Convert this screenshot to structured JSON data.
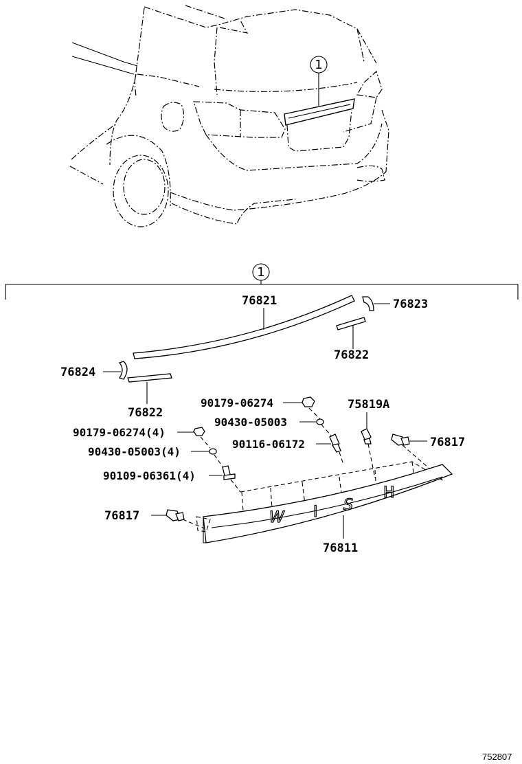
{
  "callout_top": "1",
  "callout_group": "1",
  "figure_id": "752807",
  "parts": {
    "p76821": "76821",
    "p76823": "76823",
    "p76822_right": "76822",
    "p76824": "76824",
    "p76822_left": "76822",
    "p90179_single": "90179-06274",
    "p75819A": "75819A",
    "p90179_multi": "90179-06274(4)",
    "p90430_single": "90430-05003",
    "p90430_multi": "90430-05003(4)",
    "p90116": "90116-06172",
    "p76817_right": "76817",
    "p90109": "90109-06361(4)",
    "p76817_left": "76817",
    "p76811": "76811"
  },
  "emblem_letters": [
    "W",
    "I",
    "S",
    "H"
  ]
}
